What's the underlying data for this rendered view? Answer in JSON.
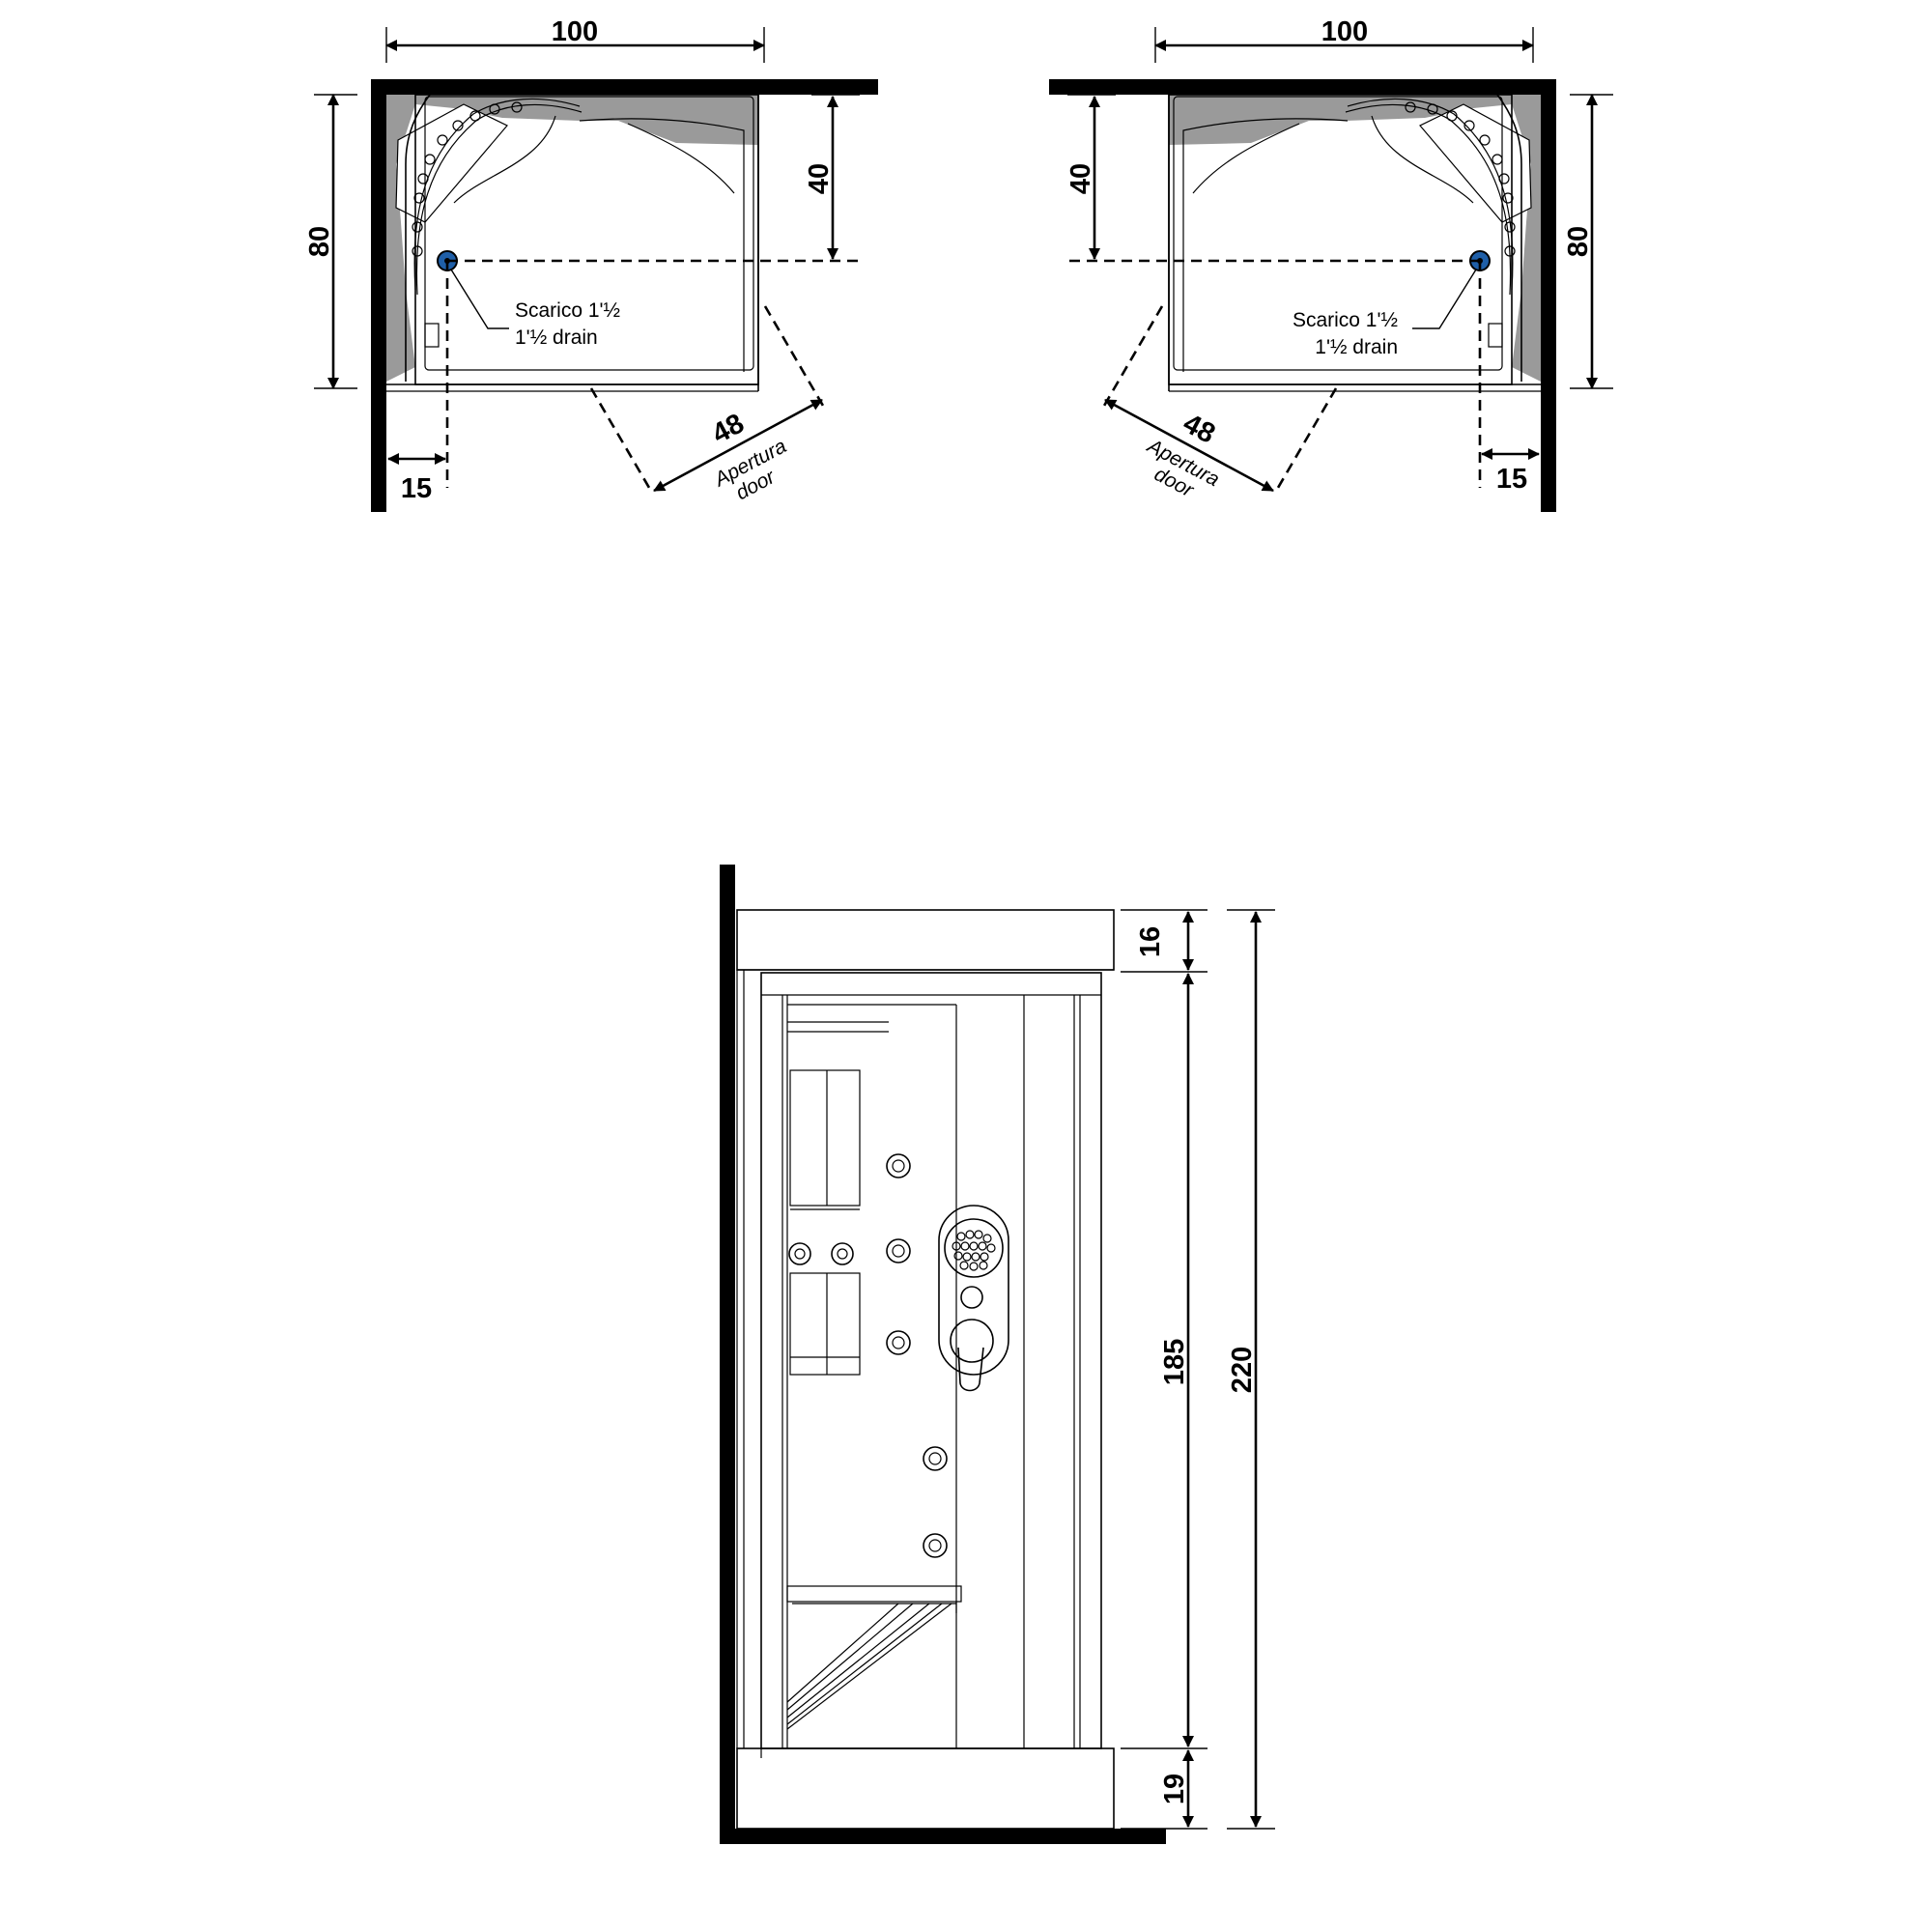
{
  "plan_left": {
    "width_label": "100",
    "depth_label": "80",
    "drain_offset_label": "40",
    "side_offset_label": "15",
    "door_label": "48",
    "door_caption_it": "Apertura",
    "door_caption_en": "door",
    "drain_label_it": "Scarico 1'½",
    "drain_label_en": "1'½ drain"
  },
  "plan_right": {
    "width_label": "100",
    "depth_label": "80",
    "drain_offset_label": "40",
    "side_offset_label": "15",
    "door_label": "48",
    "door_caption_it": "Apertura",
    "door_caption_en": "door",
    "drain_label_it": "Scarico 1'½",
    "drain_label_en": "1'½ drain"
  },
  "elevation": {
    "top_label": "16",
    "middle_label": "185",
    "bottom_label": "19",
    "total_label": "220"
  },
  "colors": {
    "drain": "#1f5fa8",
    "wall": "#000000",
    "shade": "#9a9a9a"
  }
}
